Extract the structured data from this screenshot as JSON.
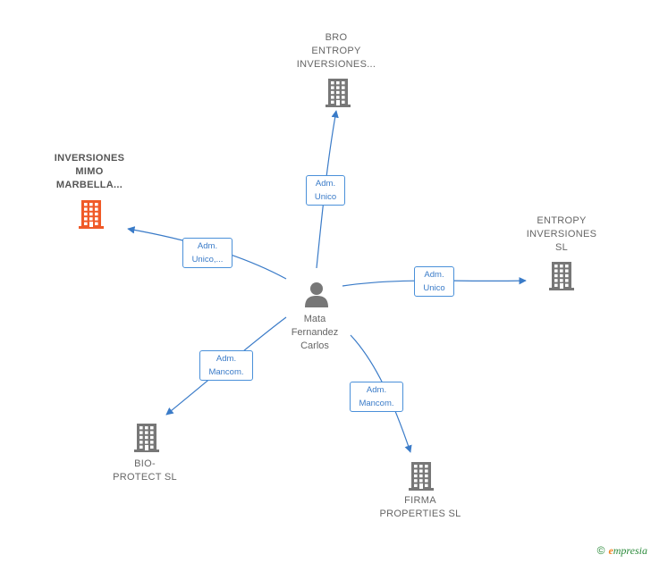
{
  "center": {
    "name_lines": [
      "Mata",
      "Fernandez",
      "Carlos"
    ],
    "icon": "person-icon"
  },
  "companies": [
    {
      "id": "bro-entropy",
      "lines": [
        "BRO",
        "ENTROPY",
        "INVERSIONES..."
      ],
      "icon": "building-icon",
      "color": "#777777",
      "highlight": false
    },
    {
      "id": "inversiones-mimo",
      "lines": [
        "INVERSIONES",
        "MIMO",
        "MARBELLA..."
      ],
      "icon": "building-icon",
      "color": "#f05a28",
      "highlight": true
    },
    {
      "id": "entropy-inversiones",
      "lines": [
        "ENTROPY",
        "INVERSIONES",
        "SL"
      ],
      "icon": "building-icon",
      "color": "#777777",
      "highlight": false
    },
    {
      "id": "bio-protect",
      "lines": [
        "BIO-",
        "PROTECT SL"
      ],
      "icon": "building-icon",
      "color": "#777777",
      "highlight": false
    },
    {
      "id": "firma-properties",
      "lines": [
        "FIRMA",
        "PROPERTIES SL"
      ],
      "icon": "building-icon",
      "color": "#777777",
      "highlight": false
    }
  ],
  "relations": [
    {
      "to": "bro-entropy",
      "lines": [
        "Adm.",
        "Unico"
      ]
    },
    {
      "to": "inversiones-mimo",
      "lines": [
        "Adm.",
        "Unico,..."
      ]
    },
    {
      "to": "entropy-inversiones",
      "lines": [
        "Adm.",
        "Unico"
      ]
    },
    {
      "to": "bio-protect",
      "lines": [
        "Adm.",
        "Mancom."
      ]
    },
    {
      "to": "firma-properties",
      "lines": [
        "Adm.",
        "Mancom."
      ]
    }
  ],
  "colors": {
    "edge": "#3a7bc8",
    "person": "#777777"
  },
  "footer": {
    "copyright": "©",
    "brand_first": "e",
    "brand_rest": "mpresia"
  }
}
